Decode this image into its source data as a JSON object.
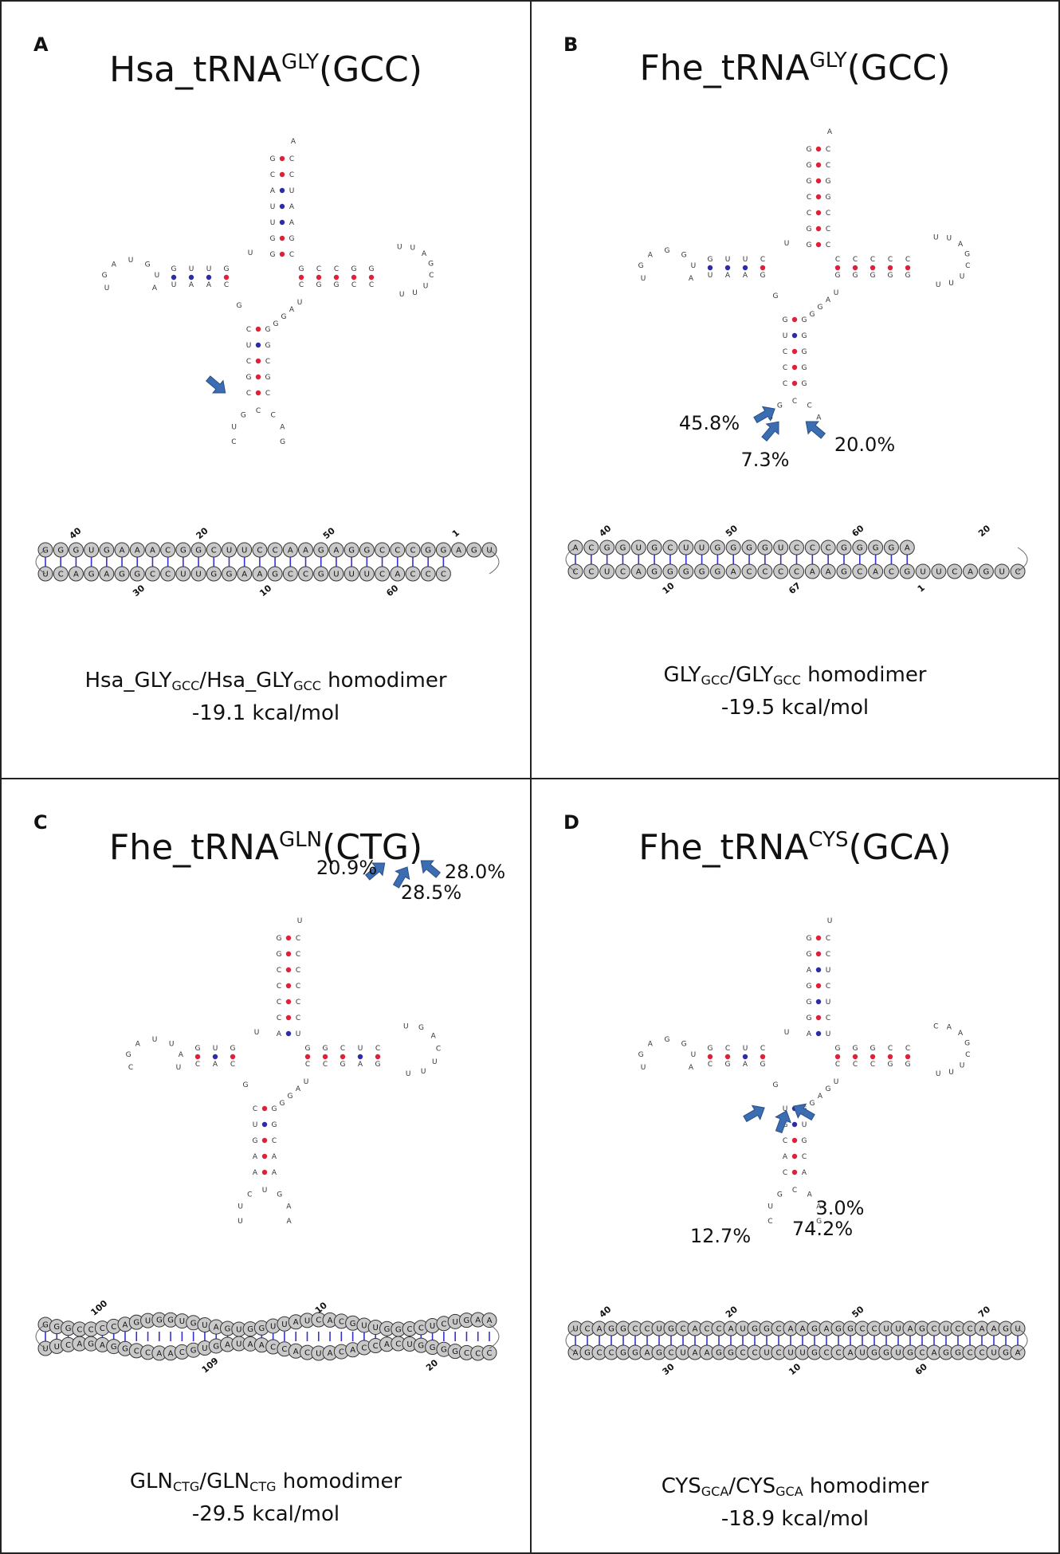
{
  "panels": [
    {
      "letter": "A",
      "title": {
        "main": "Hsa_tRNA",
        "sup": "GLY",
        "post": "(GCC)"
      },
      "caption": {
        "a": "Hsa_GLY",
        "a_sub": "GCC",
        "sep": "/",
        "b": "Hsa_GLY",
        "b_sub": "GCC",
        "tail": " homodimer",
        "energy": "-19.1 kcal/mol"
      },
      "percents": [],
      "dimer_numbers": [
        "40",
        "30",
        "20",
        "10",
        "50",
        "60",
        "1"
      ]
    },
    {
      "letter": "B",
      "title": {
        "main": "Fhe_tRNA",
        "sup": "GLY",
        "post": "(GCC)"
      },
      "caption": {
        "a": "GLY",
        "a_sub": "GCC",
        "sep": "/",
        "b": "GLY",
        "b_sub": "GCC",
        "tail": " homodimer",
        "energy": "-19.5 kcal/mol"
      },
      "percents": [
        "45.8%",
        "7.3%",
        "20.0%"
      ],
      "dimer_numbers": [
        "40",
        "10",
        "50",
        "67",
        "60",
        "1",
        "20"
      ]
    },
    {
      "letter": "C",
      "title": {
        "main": "Fhe_tRNA",
        "sup": "GLN",
        "post": "(CTG)"
      },
      "caption": {
        "a": "GLN",
        "a_sub": "CTG",
        "sep": "/",
        "b": "GLN",
        "b_sub": "CTG",
        "tail": " homodimer",
        "energy": "-29.5 kcal/mol"
      },
      "percents": [
        "20.9%",
        "28.5%",
        "28.0%"
      ],
      "dimer_numbers": [
        "100",
        "109",
        "10",
        "20"
      ]
    },
    {
      "letter": "D",
      "title": {
        "main": "Fhe_tRNA",
        "sup": "CYS",
        "post": "(GCA)"
      },
      "caption": {
        "a": "CYS",
        "a_sub": "GCA",
        "sep": "/",
        "b": "CYS",
        "b_sub": "GCA",
        "tail": " homodimer",
        "energy": "-18.9 kcal/mol"
      },
      "percents": [
        "12.7%",
        "74.2%",
        "3.0%"
      ],
      "dimer_numbers": [
        "40",
        "30",
        "20",
        "10",
        "50",
        "60",
        "70"
      ]
    }
  ],
  "colors": {
    "pair_gc": "#e0203a",
    "pair_au": "#2c2ca8",
    "arrow": "#3b6db3",
    "bond": "#3333cc",
    "nt_fill": "#c9c9c9",
    "nt_stroke": "#333333"
  },
  "sequences": {
    "A": {
      "acceptor_5": "GCAUUGG",
      "acceptor_3": "CCUAAGC",
      "discr": "A",
      "d_top": "GUUG",
      "d_bot": "CAAU",
      "d_loop": "UGAUGUA",
      "t_top": "GCCGG",
      "t_bot": "CGGCC",
      "t_loop": "UUAGCUUU",
      "ac_left": "CUCGC",
      "ac_right": "GGCGC",
      "ac_loop": "CUGCCAG",
      "j1": "U",
      "j2": "UAGG",
      "j3": "G",
      "dimer_top": "GGGUGAAACGGCUUCCAAGAGGCCCGGAGU",
      "dimer_bot": "UCAGAGGCCUUGGAAGCCGUUUCACCC"
    },
    "B": {
      "acceptor_5": "GGGCCGG",
      "acceptor_3": "CCGGCCC",
      "discr": "A",
      "d_top": "CUUG",
      "d_bot": "GAAU",
      "d_loop": "UGAGGUA",
      "t_top": "CCCCC",
      "t_bot": "GGGGG",
      "t_loop": "UUAGCUUU",
      "ac_left": "GUCCC",
      "ac_right": "GGGGG",
      "ac_loop": "CUGCCAC",
      "j1": "U",
      "j2": "UAGG",
      "j3": "G",
      "dimer_top": "ACGGUGCUUGGGGUCCCGGGGA",
      "dimer_bot": "CCUCAGGGGGACCCCAAGCACGUUCAGUC",
      "dimer_right": "CUCCAGUAG"
    },
    "C": {
      "acceptor_5": "GGCCCCA",
      "acceptor_3": "CCCCCCU",
      "discr": "U",
      "d_top": "GUG",
      "d_bot": "CAC",
      "d_loop": "CGAUUAU",
      "t_top": "GGCUC",
      "t_bot": "CCGAG",
      "t_loop": "UGACUUU",
      "ac_left": "CUGAA",
      "ac_right": "GGCAA",
      "ac_loop": "UUCUGAA",
      "j1": "U",
      "j2": "UAGG",
      "j3": "G",
      "dimer_top": "GGGCCCCAGUGGUGUAGUGGUUAUCACGUUGGCCUCUGAA",
      "dimer_bot": "UUCAGAGGCCAACGUGAUAACCACUACACCACUGGGGCCC"
    },
    "D": {
      "acceptor_5": "GGAGGGA",
      "acceptor_3": "CCUCUCU",
      "discr": "U",
      "d_top": "CUCG",
      "d_bot": "GAGC",
      "d_loop": "UGAGGUA",
      "t_top": "GGGCC",
      "t_bot": "CCCGG",
      "t_loop": "CAAGCUUU",
      "ac_left": "UGCAC",
      "ac_right": "GUGCA",
      "ac_loop": "CUGCAAG",
      "j1": "U",
      "j2": "UGAG",
      "j3": "G",
      "dimer_top": "UCAGGCCUGCACCAUGGCAAGAGGCCUUAGCUCCAAGU",
      "dimer_bot": "AGCCGGAGCUAAGGCCUCUUGCCAUGGUGCAGGCCUGA"
    }
  }
}
